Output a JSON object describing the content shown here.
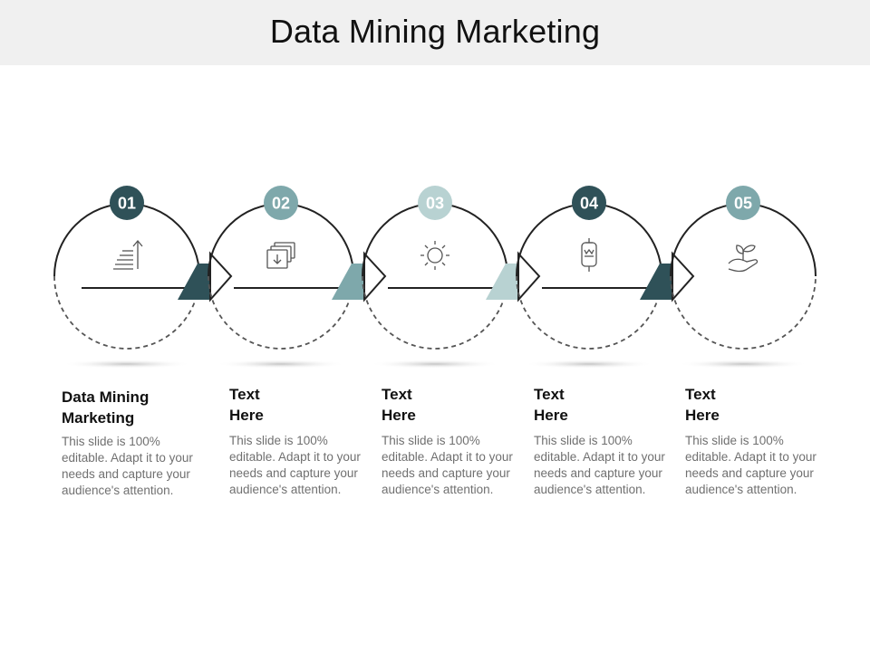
{
  "title": "Data Mining Marketing",
  "colors": {
    "dark": "#2f5158",
    "mid": "#7ea8ab",
    "light": "#b8d2d2",
    "line": "#222222",
    "dash": "#555555"
  },
  "steps": [
    {
      "number": "01",
      "icon": "staircase-up-arrow-icon",
      "tone": "dark",
      "heading": "Data Mining Marketing",
      "body": "This slide is 100% editable. Adapt it to your needs and capture your audience's attention."
    },
    {
      "number": "02",
      "icon": "download-cards-icon",
      "tone": "mid",
      "heading": "Text Here",
      "body": "This slide is 100% editable. Adapt it to your needs and capture your audience's attention."
    },
    {
      "number": "03",
      "icon": "sun-icon",
      "tone": "light",
      "heading": "Text Here",
      "body": "This slide is 100% editable. Adapt it to your needs and capture your audience's attention."
    },
    {
      "number": "04",
      "icon": "bottle-icon",
      "tone": "dark",
      "heading": "Text Here",
      "body": "This slide is 100% editable. Adapt it to your needs and capture your audience's attention."
    },
    {
      "number": "05",
      "icon": "plant-in-hand-icon",
      "tone": "mid",
      "heading": "Text Here",
      "body": "This slide is 100% editable. Adapt it to your needs and capture your audience's attention."
    }
  ]
}
